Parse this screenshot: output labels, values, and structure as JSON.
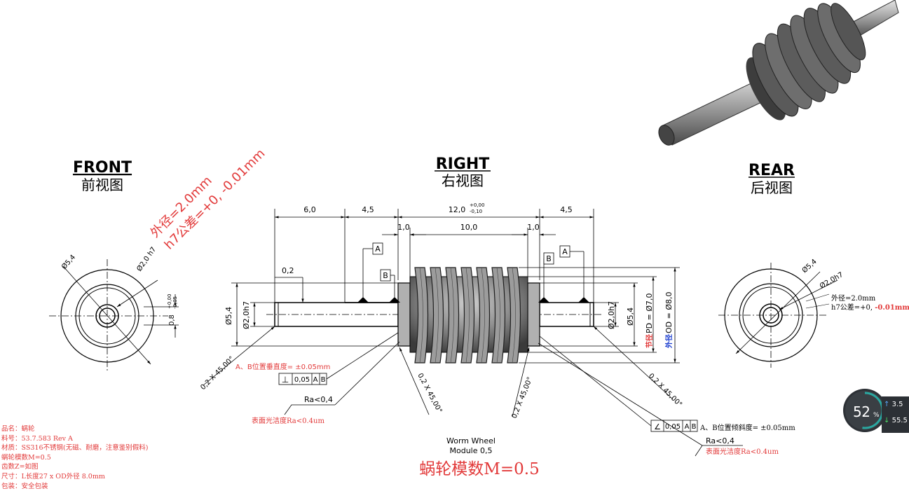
{
  "views": {
    "front": {
      "title": "FRONT",
      "subtitle": "前视图"
    },
    "right": {
      "title": "RIGHT",
      "subtitle": "右视图"
    },
    "rear": {
      "title": "REAR",
      "subtitle": "后视图"
    }
  },
  "front_annotations": {
    "dia_outer": "Ø5,4",
    "dia_inner": "Ø2,0 h7",
    "note_line1": "外径=2.0mm",
    "note_line2": "h7公差=+0, -0.01mm",
    "flat_dim": "0,8",
    "flat_tol_upper": "+0,00",
    "flat_tol_lower": "-0,05"
  },
  "right_dims": {
    "len_left": "6,0",
    "len_right_shaft": "4,5",
    "len_worm": "12,0",
    "len_worm_tol_upper": "+0,00",
    "len_worm_tol_lower": "-0,10",
    "len_right": "4,5",
    "shoulder_left": "1,0",
    "thread_len": "10,0",
    "shoulder_right": "1,0",
    "step": "0,2",
    "dia_left_outer": "Ø5,4",
    "dia_left_inner": "Ø2,0h7",
    "dia_right_inner": "Ø2,0h7",
    "dia_right_outer": "Ø5,4",
    "pd_label": "节径",
    "pd_value": "PD = Ø7,0",
    "od_label": "外径",
    "od_value": "OD = Ø8,0",
    "datum_a": "A",
    "datum_b": "B",
    "chamfer": "0,2 X 45,00°",
    "perp_note": "A、B位置垂直度= ±0.05mm",
    "perp_sym": "⊥",
    "perp_tol": "0,05",
    "angle_sym": "∠",
    "angle_tol": "0,05",
    "angle_note": "A、B位置倾斜度= ±0.05mm",
    "ra": "Ra<0,4",
    "ra_note": "表面光洁度Ra<0.4um",
    "part_en_line1": "Worm Wheel",
    "part_en_line2": "Module 0,5",
    "module_big": "蜗轮模数M=0.5"
  },
  "rear_annotations": {
    "dia_outer": "Ø5,4",
    "dia_inner": "Ø2,0h7",
    "note_line1": "外径=2.0mm",
    "note_line2_a": "h7公差=+0, ",
    "note_line2_b": "-0.01mm"
  },
  "notes": [
    "品名：蜗轮",
    "料号：53.7.583 Rev A",
    "材质：SS316不锈钢(无磁、耐磨，注意鉴别假料)",
    "蜗轮模数M=0.5",
    "齿数Z=如图",
    "尺寸：L长度27 x OD外径 8.0mm",
    "包装：安全包装"
  ],
  "widget": {
    "value": "52",
    "unit": "%",
    "up_value": "3.5",
    "down_value": "55.5"
  },
  "colors": {
    "line": "#000000",
    "annotation_red": "#e23a3a",
    "od_blue": "#1a3ccf",
    "worm_metal": "#8f8f8f",
    "widget_bg": "#3a3f44"
  }
}
